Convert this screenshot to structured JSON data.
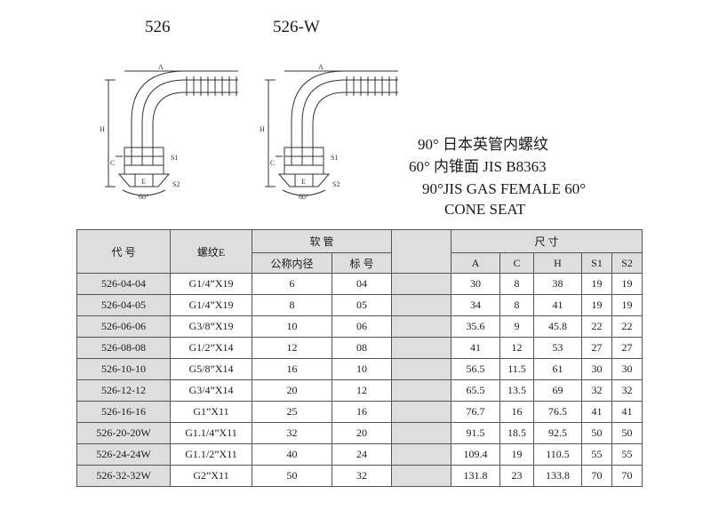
{
  "models": {
    "left": "526",
    "right": "526-W"
  },
  "drawing_labels": {
    "a": "A",
    "c": "C",
    "h": "H",
    "s1": "S1",
    "s2": "S2",
    "angle": "60°",
    "e": "E"
  },
  "description": {
    "line1": "90° 日本英管内螺纹",
    "line2": "60° 内锥面 JIS B8363",
    "line3": "90°JIS GAS FEMALE 60°",
    "line4": "CONE SEAT"
  },
  "table": {
    "headers": {
      "code": "代 号",
      "thread": "螺纹E",
      "hose": "软 管",
      "hose_id": "公称内径",
      "hose_no": "标 号",
      "dims": "尺 寸",
      "A": "A",
      "C": "C",
      "H": "H",
      "S1": "S1",
      "S2": "S2"
    },
    "rows": [
      [
        "526-04-04",
        "G1/4”X19",
        "6",
        "04",
        "30",
        "8",
        "38",
        "19",
        "19"
      ],
      [
        "526-04-05",
        "G1/4”X19",
        "8",
        "05",
        "34",
        "8",
        "41",
        "19",
        "19"
      ],
      [
        "526-06-06",
        "G3/8”X19",
        "10",
        "06",
        "35.6",
        "9",
        "45.8",
        "22",
        "22"
      ],
      [
        "526-08-08",
        "G1/2”X14",
        "12",
        "08",
        "41",
        "12",
        "53",
        "27",
        "27"
      ],
      [
        "526-10-10",
        "G5/8”X14",
        "16",
        "10",
        "56.5",
        "11.5",
        "61",
        "30",
        "30"
      ],
      [
        "526-12-12",
        "G3/4”X14",
        "20",
        "12",
        "65.5",
        "13.5",
        "69",
        "32",
        "32"
      ],
      [
        "526-16-16",
        "G1”X11",
        "25",
        "16",
        "76.7",
        "16",
        "76.5",
        "41",
        "41"
      ],
      [
        "526-20-20W",
        "G1.1/4”X11",
        "32",
        "20",
        "91.5",
        "18.5",
        "92.5",
        "50",
        "50"
      ],
      [
        "526-24-24W",
        "G1.1/2”X11",
        "40",
        "24",
        "109.4",
        "19",
        "110.5",
        "55",
        "55"
      ],
      [
        "526-32-32W",
        "G2”X11",
        "50",
        "32",
        "131.8",
        "23",
        "133.8",
        "70",
        "70"
      ]
    ]
  }
}
